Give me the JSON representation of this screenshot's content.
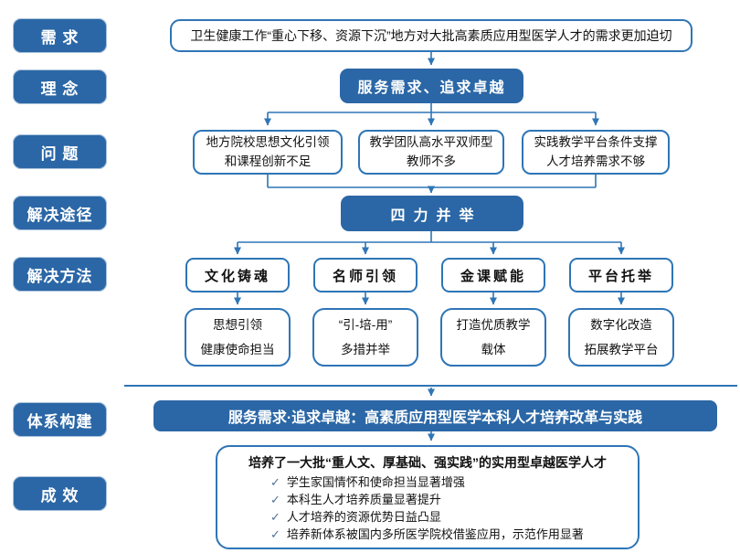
{
  "colors": {
    "solid_blue": "#2B67A6",
    "border_blue": "#2E75B6",
    "line_blue": "#2E75B6",
    "check_mark_color": "#4F7296"
  },
  "stages": {
    "demand": "需 求",
    "concept": "理 念",
    "problem": "问 题",
    "approach": "解决途径",
    "method": "解决方法",
    "system": "体系构建",
    "outcome": "成 效"
  },
  "demand_box": "卫生健康工作“重心下移、资源下沉”地方对大批高素质应用型医学人才的需求更加迫切",
  "concept_box": "服务需求、追求卓越",
  "problems": [
    {
      "line1": "地方院校思想文化引领",
      "line2": "和课程创新不足"
    },
    {
      "line1": "教学团队高水平双师型",
      "line2": "教师不多"
    },
    {
      "line1": "实践教学平台条件支撑",
      "line2": "人才培养需求不够"
    }
  ],
  "approach_box": "四力并举",
  "methods": [
    {
      "title": "文化铸魂",
      "line1": "思想引领",
      "line2": "健康使命担当"
    },
    {
      "title": "名师引领",
      "line1": "“引-培-用”",
      "line2": "多措并举"
    },
    {
      "title": "金课赋能",
      "line1": "打造优质教学",
      "line2": "载体"
    },
    {
      "title": "平台托举",
      "line1": "数字化改造",
      "line2": "拓展教学平台"
    }
  ],
  "system_box": "服务需求·追求卓越：高素质应用型医学本科人才培养改革与实践",
  "outcome_box": {
    "title": "培养了一大批“重人文、厚基础、强实践”的实用型卓越医学人才",
    "check_mark": "✓",
    "items": [
      "学生家国情怀和使命担当显著增强",
      "本科生人才培养质量显著提升",
      "人才培养的资源优势日益凸显",
      "培养新体系被国内多所医学院校借鉴应用，示范作用显著"
    ]
  }
}
